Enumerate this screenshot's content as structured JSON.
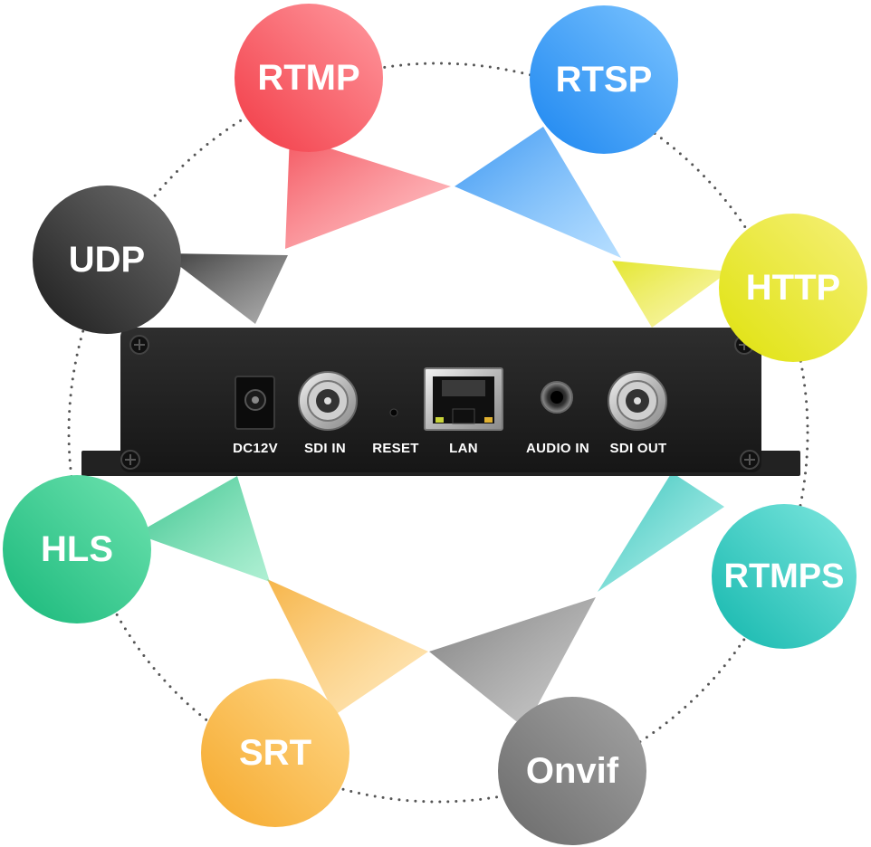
{
  "protocols": [
    {
      "id": "rtmp",
      "label": "RTMP",
      "color_light": "#ff9aa0",
      "color_dark": "#f23a45"
    },
    {
      "id": "rtsp",
      "label": "RTSP",
      "color_light": "#7cc4ff",
      "color_dark": "#1c86f0"
    },
    {
      "id": "http",
      "label": "HTTP",
      "color_light": "#f6f07a",
      "color_dark": "#dfe20c"
    },
    {
      "id": "rtmps",
      "label": "RTMPS",
      "color_light": "#7ee7df",
      "color_dark": "#13b7ad"
    },
    {
      "id": "onvif",
      "label": "Onvif",
      "color_light": "#a4a4a4",
      "color_dark": "#6a6a6a"
    },
    {
      "id": "srt",
      "label": "SRT",
      "color_light": "#ffd88a",
      "color_dark": "#f5a82a"
    },
    {
      "id": "hls",
      "label": "HLS",
      "color_light": "#6fe3b0",
      "color_dark": "#18b87a"
    },
    {
      "id": "udp",
      "label": "UDP",
      "color_light": "#6f6f6f",
      "color_dark": "#1c1c1c"
    }
  ],
  "device": {
    "ports": [
      {
        "id": "dc12v",
        "label": "DC12V"
      },
      {
        "id": "sdi-in",
        "label": "SDI IN"
      },
      {
        "id": "reset",
        "label": "RESET"
      },
      {
        "id": "lan",
        "label": "LAN"
      },
      {
        "id": "audio-in",
        "label": "AUDIO IN"
      },
      {
        "id": "sdi-out",
        "label": "SDI OUT"
      }
    ]
  }
}
